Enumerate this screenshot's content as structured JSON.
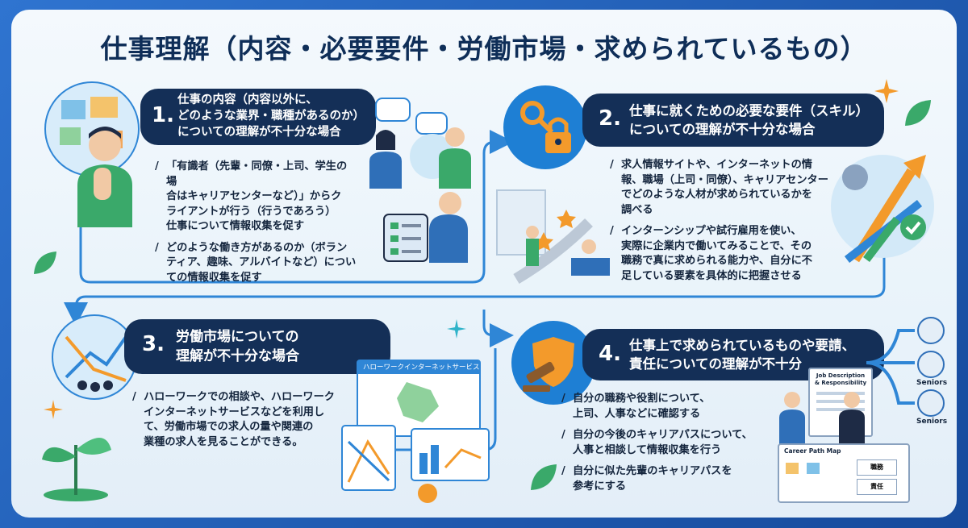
{
  "title": "仕事理解（内容・必要要件・労働市場・求められているもの）",
  "sections": [
    {
      "number": "1.",
      "heading": "仕事の内容（内容以外に、\nどのような業界・職種があるのか）\nについての理解が不十分な場合",
      "bullets": [
        "「有識者（先輩・同僚・上司、学生の場\n合はキャリアセンターなど）」からク\nライアントが行う（行うであろう）\n仕事について情報収集を促す",
        "どのような働き方があるのか（ボラン\nティア、趣味、アルバイトなど）につい\nての情報収集を促す"
      ]
    },
    {
      "number": "2.",
      "heading": "仕事に就くための必要な要件（スキル）\nについての理解が不十分な場合",
      "bullets": [
        "求人情報サイトや、インターネットの情\n報、職場（上司・同僚）、キャリアセンター\nでどのような人材が求められているかを\n調べる",
        "インターンシップや試行雇用を使い、\n実際に企業内で働いてみることで、その\n職務で真に求められる能力や、自分に不\n足している要素を具体的に把握させる"
      ]
    },
    {
      "number": "3.",
      "heading": "労働市場についての\n理解が不十分な場合",
      "bullets": [
        "ハローワークでの相談や、ハローワーク\nインターネットサービスなどを利用し\nて、労働市場での求人の量や関連の\n業種の求人を見ることができる。"
      ]
    },
    {
      "number": "4.",
      "heading": "仕事上で求められているものや要請、\n責任についての理解が不十分",
      "bullets": [
        "自分の職務や役割について、\n上司、人事などに確認する",
        "自分の今後のキャリアパスについて、\n人事と相談して情報収集を行う",
        "自分に似た先輩のキャリアパスを\n参考にする"
      ]
    }
  ],
  "illustration_labels": {
    "hellowork_window": "ハローワークインターネットサービス",
    "job_description": "Job Description\n& Responsibility",
    "career_path_map": "Career Path Map",
    "shokumu": "職務",
    "sekinin": "責任",
    "seniors_1": "Seniors",
    "seniors_2": "Seniors"
  },
  "colors": {
    "banner": "#142f57",
    "accent_blue": "#2f86d6",
    "accent_orange": "#f39a2b",
    "accent_green": "#3aa96a",
    "text": "#14253d"
  }
}
